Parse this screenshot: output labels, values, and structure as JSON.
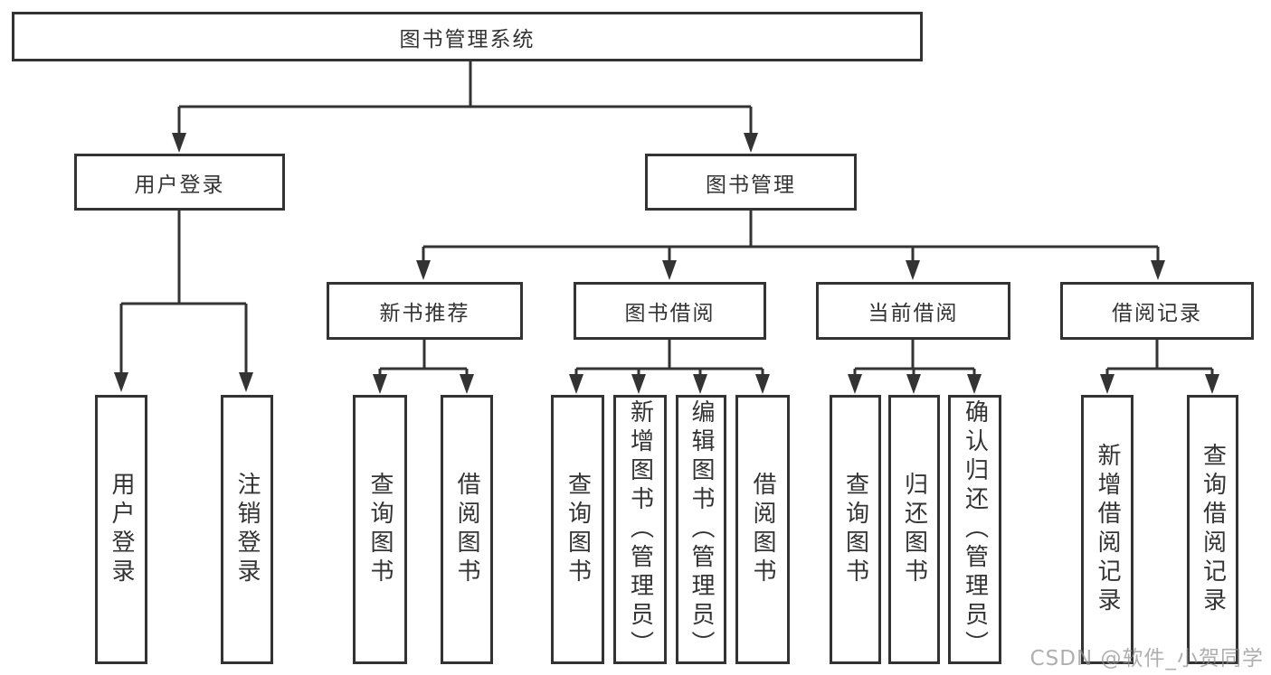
{
  "diagram": {
    "root": {
      "label": "图书管理系统"
    },
    "level2": [
      {
        "label": "用户登录",
        "children": [
          {
            "label": "用户登录"
          },
          {
            "label": "注销登录"
          }
        ]
      },
      {
        "label": "图书管理",
        "children": [
          {
            "label": "新书推荐",
            "children": [
              {
                "label": "查询图书"
              },
              {
                "label": "借阅图书"
              }
            ]
          },
          {
            "label": "图书借阅",
            "children": [
              {
                "label": "查询图书"
              },
              {
                "label": "新增图书（管理员）"
              },
              {
                "label": "编辑图书（管理员）"
              },
              {
                "label": "借阅图书"
              }
            ]
          },
          {
            "label": "当前借阅",
            "children": [
              {
                "label": "查询图书"
              },
              {
                "label": "归还图书"
              },
              {
                "label": "确认归还（管理员）"
              }
            ]
          },
          {
            "label": "借阅记录",
            "children": [
              {
                "label": "新增借阅记录"
              },
              {
                "label": "查询借阅记录"
              }
            ]
          }
        ]
      }
    ]
  },
  "watermark": {
    "text": "CSDN @软件_小贺同学"
  },
  "colors": {
    "line": "#333333",
    "border": "#333333",
    "text": "#333333",
    "background": "#ffffff",
    "watermark": "#919191"
  }
}
